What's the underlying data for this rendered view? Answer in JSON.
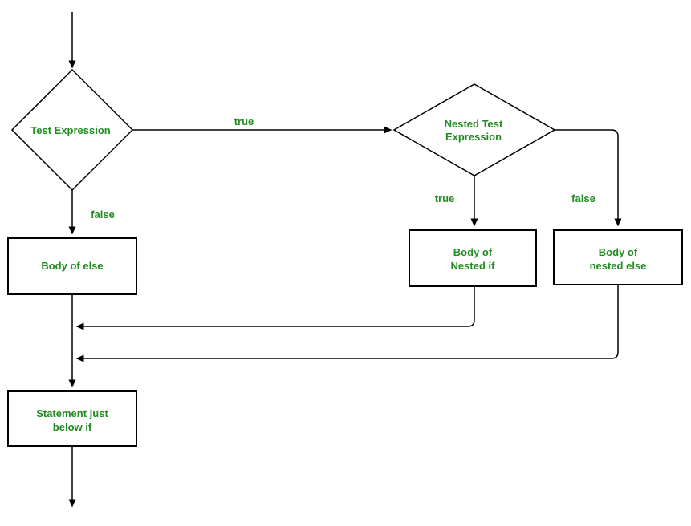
{
  "diagram": {
    "colors": {
      "label_text": "#228B22",
      "line": "#000000",
      "background": "#ffffff"
    },
    "nodes": {
      "test_expression": {
        "shape": "decision",
        "label": "Test Expression"
      },
      "nested_test_expression": {
        "shape": "decision",
        "label": "Nested Test Expression",
        "line1": "Nested Test",
        "line2": "Expression"
      },
      "body_of_else": {
        "shape": "process",
        "label": "Body of else"
      },
      "body_of_nested_if": {
        "shape": "process",
        "label": "Body of Nested if",
        "line1": "Body of",
        "line2": "Nested if"
      },
      "body_of_nested_else": {
        "shape": "process",
        "label": "Body of nested else",
        "line1": "Body of",
        "line2": "nested else"
      },
      "statement_below_if": {
        "shape": "process",
        "label": "Statement just below if",
        "line1": "Statement just",
        "line2": "below if"
      }
    },
    "edge_labels": {
      "test_true": "true",
      "test_false": "false",
      "nested_true": "true",
      "nested_false": "false"
    }
  }
}
